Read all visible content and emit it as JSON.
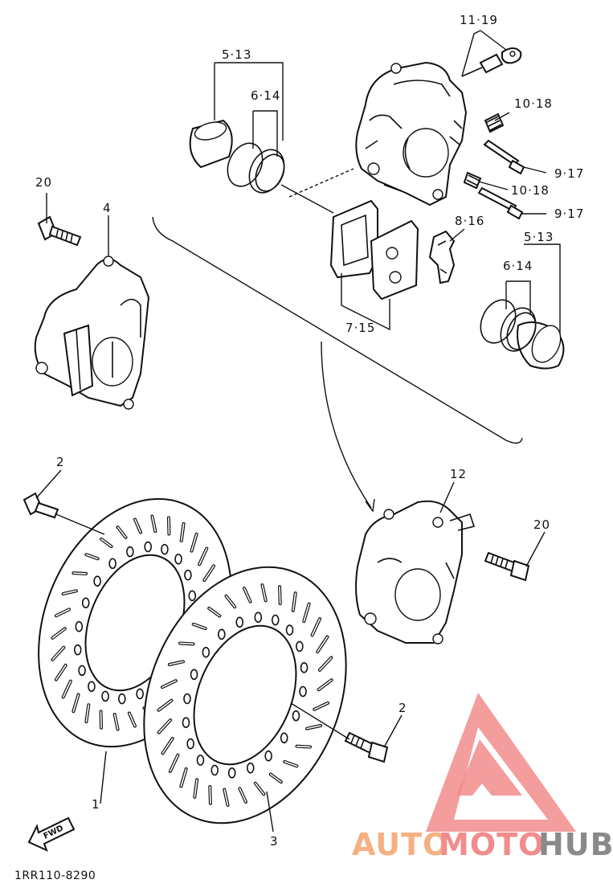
{
  "diagram": {
    "labels": {
      "p11_19": "11·19",
      "p5_13_a": "5·13",
      "p6_14_a": "6·14",
      "p10_18_a": "10·18",
      "p9_17_a": "9·17",
      "p10_18_b": "10·18",
      "p9_17_b": "9·17",
      "p20_a": "20",
      "p4": "4",
      "p8_16": "8·16",
      "p5_13_b": "5·13",
      "p6_14_b": "6·14",
      "p7_15": "7·15",
      "p2_a": "2",
      "p12": "12",
      "p20_b": "20",
      "p2_b": "2",
      "p1": "1",
      "p3": "3"
    },
    "fwd_label": "FWD",
    "drawing_code": "1RR110-8290"
  },
  "watermark": {
    "part1": "AUTO",
    "part2": "MOTO",
    "part3": "HUB",
    "color_orange": "#f5b183",
    "color_red": "#f28c8c",
    "color_gray": "#8a8a8a"
  }
}
